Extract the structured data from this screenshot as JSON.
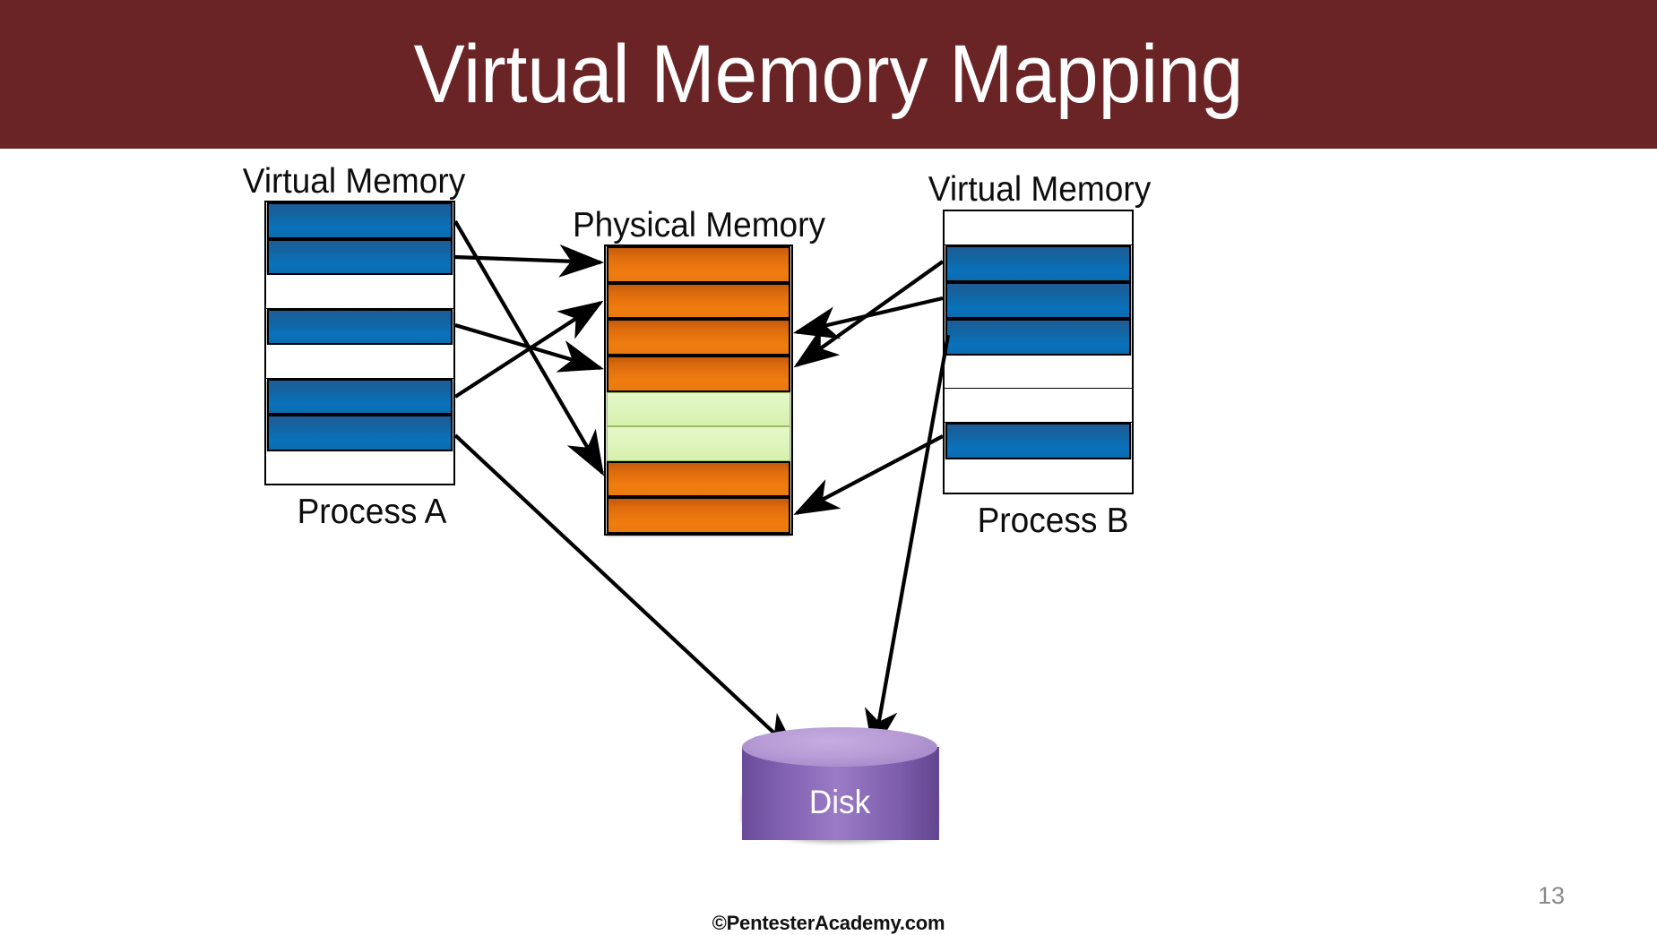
{
  "slide": {
    "title": "Virtual Memory Mapping",
    "banner_color": "#6B2425",
    "page_number": "13",
    "footer": "©PentesterAcademy.com"
  },
  "diagram": {
    "process_a": {
      "heading": "Virtual Memory",
      "caption": "Process A",
      "cells": [
        "blue",
        "blue",
        "blank",
        "blue",
        "blank",
        "blue",
        "blue",
        "blank"
      ]
    },
    "physical_memory": {
      "heading": "Physical Memory",
      "cells": [
        "orange",
        "orange",
        "orange",
        "orange",
        "green",
        "green",
        "orange",
        "orange"
      ]
    },
    "process_b": {
      "heading": "Virtual Memory",
      "caption": "Process B",
      "cells": [
        "blank",
        "blue",
        "blue",
        "blue",
        "blank",
        "blank",
        "blue",
        "blank"
      ]
    },
    "disk": {
      "label": "Disk",
      "color": "#8B6BB5"
    },
    "colors": {
      "blue": "#0A72BC",
      "orange": "#F07C10",
      "green": "#DFF5BE",
      "white": "#FFFFFF",
      "arrow": "#000000"
    },
    "mappings": [
      {
        "from": "process_a.cell.1",
        "to": "physical_memory.cell.7"
      },
      {
        "from": "process_a.cell.2",
        "to": "physical_memory.cell.1"
      },
      {
        "from": "process_a.cell.4",
        "to": "physical_memory.cell.4"
      },
      {
        "from": "process_a.cell.6",
        "to": "physical_memory.cell.2"
      },
      {
        "from": "process_a.cell.7",
        "to": "disk"
      },
      {
        "from": "process_b.cell.2",
        "to": "physical_memory.cell.4"
      },
      {
        "from": "process_b.cell.3",
        "to": "physical_memory.cell.3"
      },
      {
        "from": "process_b.cell.4",
        "to": "disk"
      },
      {
        "from": "process_b.cell.7",
        "to": "physical_memory.cell.8"
      }
    ]
  }
}
